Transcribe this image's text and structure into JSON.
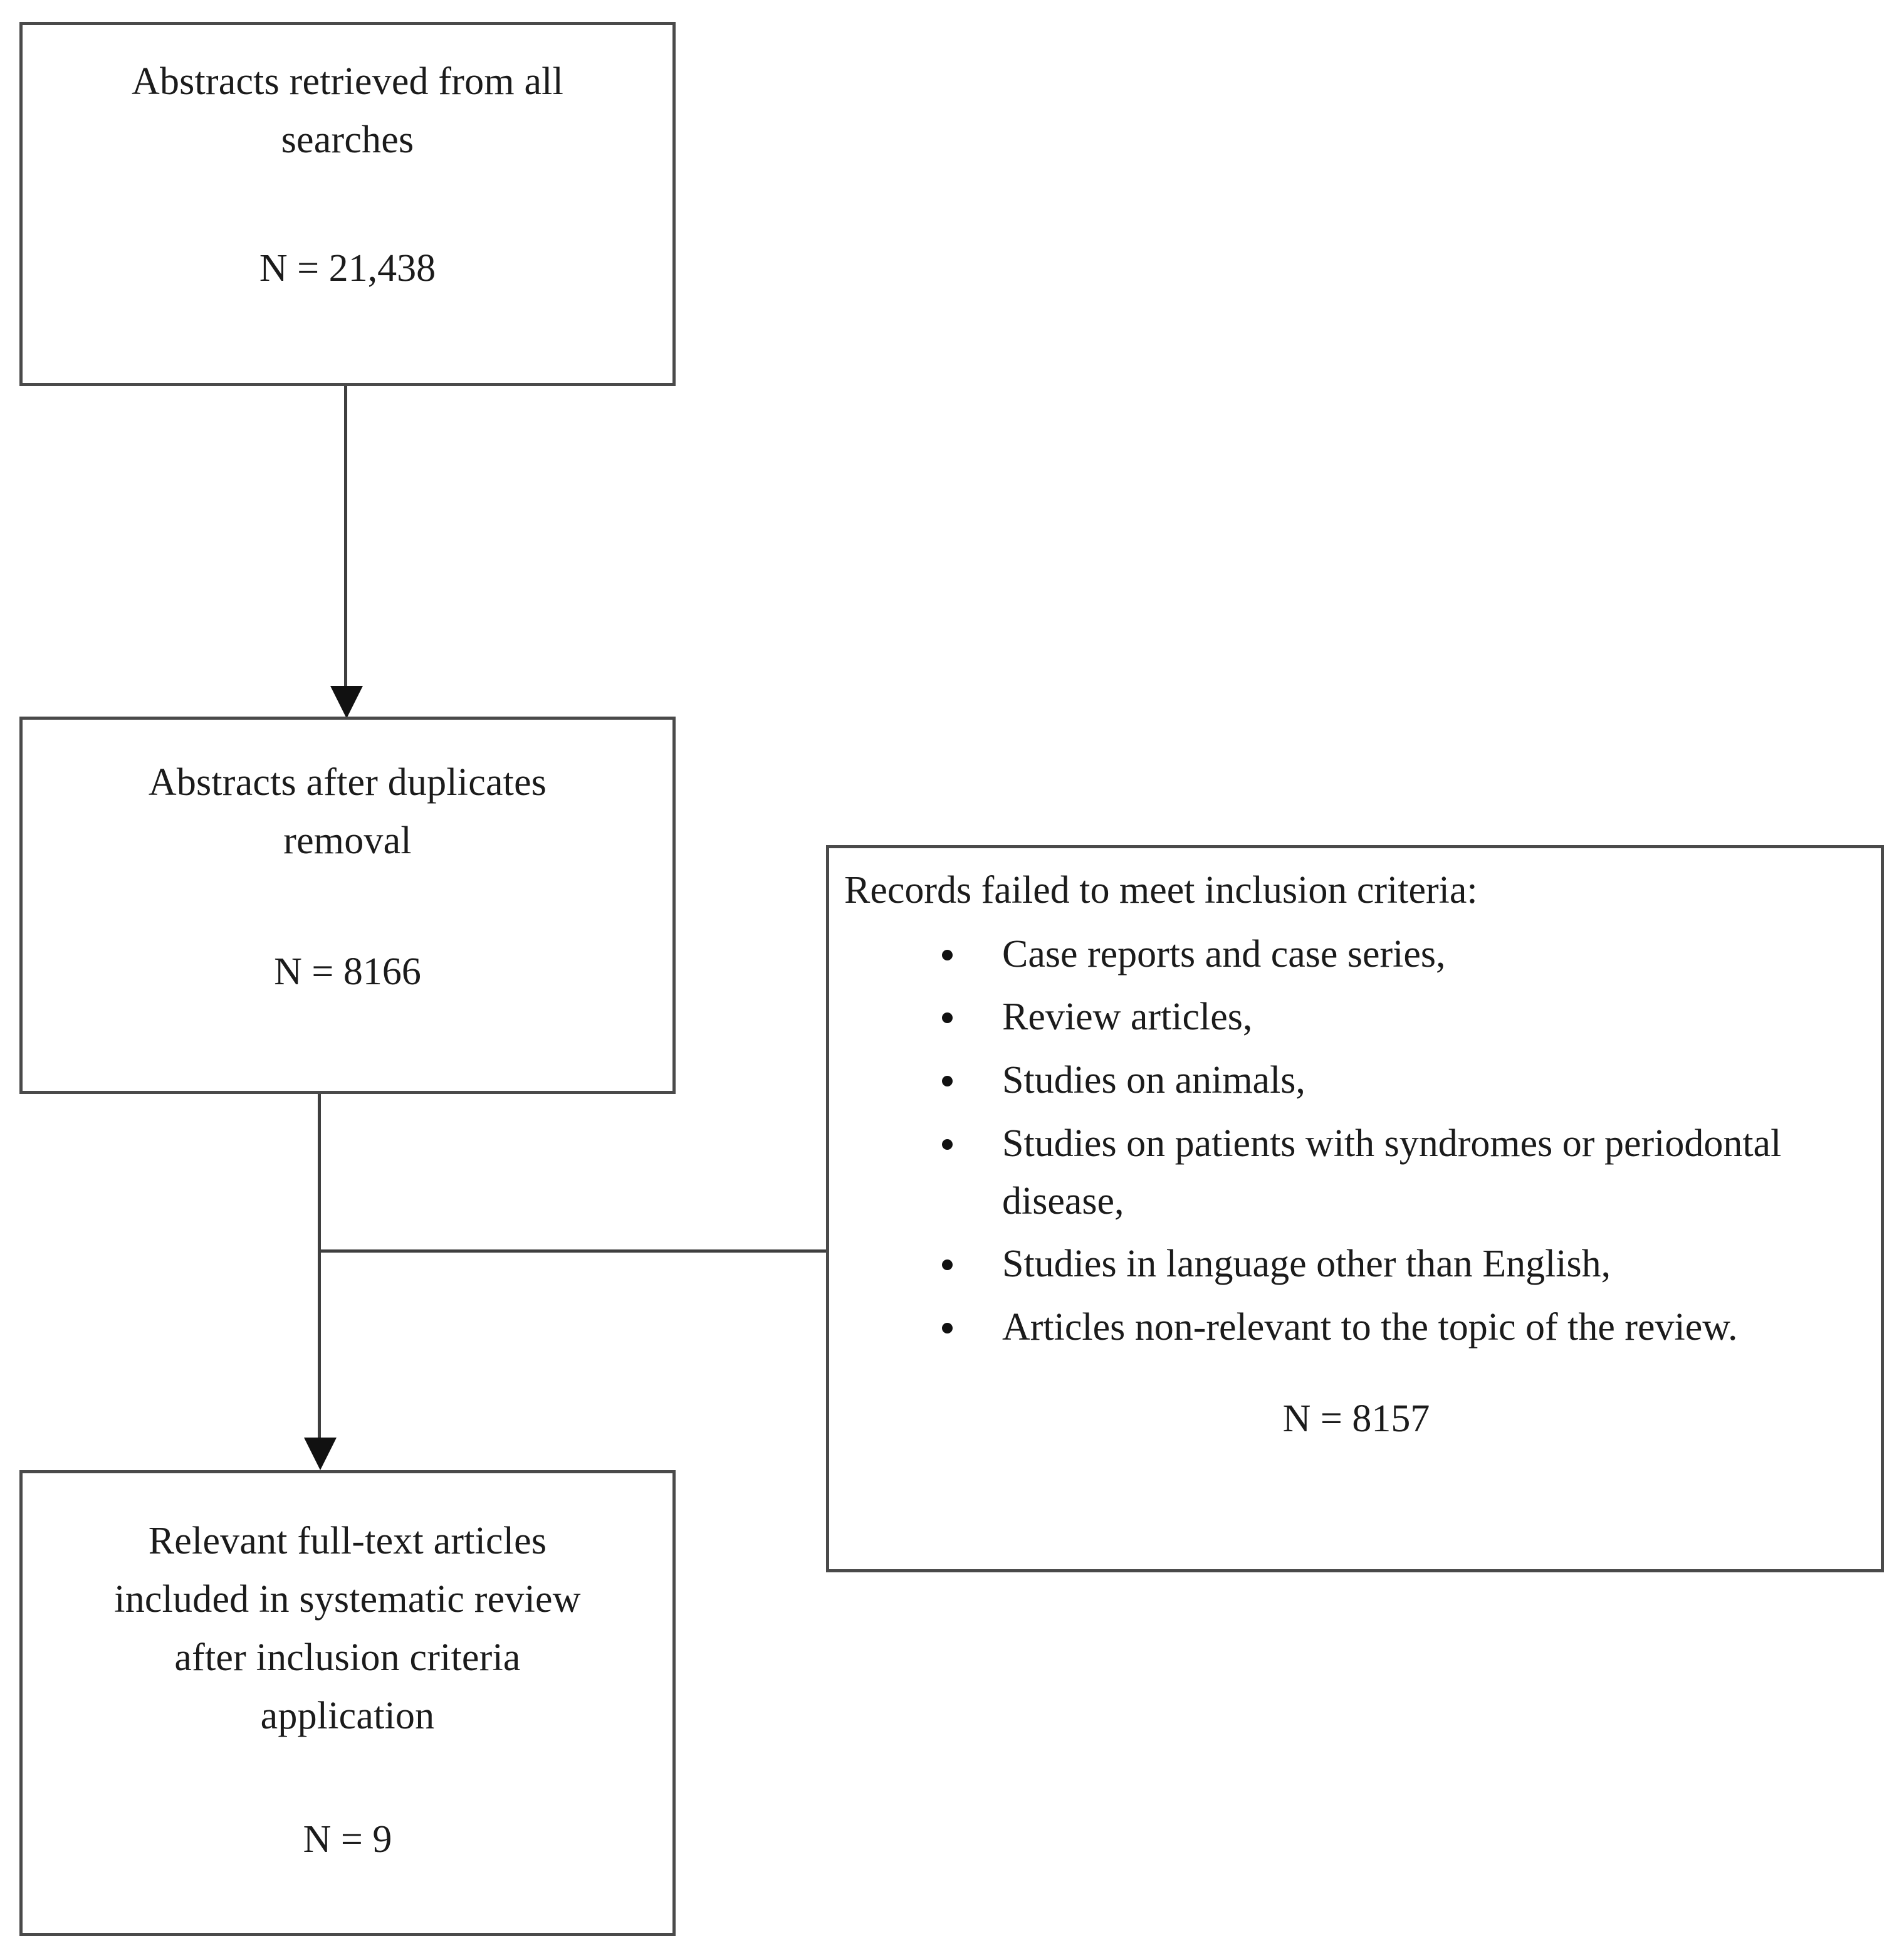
{
  "diagram": {
    "type": "prisma-flow-diagram",
    "nodes": {
      "retrieved": {
        "title": "Abstracts retrieved from all\nsearches",
        "count": "N = 21,438"
      },
      "deduped": {
        "title": "Abstracts after duplicates\nremoval",
        "count": "N = 8166"
      },
      "excluded": {
        "heading": "Records failed to meet inclusion criteria:",
        "bullets": [
          "Case reports and case series,",
          "Review articles,",
          "Studies on animals,",
          "Studies on patients with syndromes or periodontal disease,",
          "Studies in language other than English,",
          "Articles non-relevant to the topic of the review."
        ],
        "count": "N = 8157"
      },
      "included": {
        "title": "Relevant full-text articles\nincluded in systematic review\nafter inclusion criteria\napplication",
        "count": "N = 9"
      }
    },
    "colors": {
      "box_border": "#4a4a4a",
      "connector": "#3f3f3f",
      "text": "#1b1b1b",
      "background": "#ffffff",
      "bullet": "#111111"
    }
  }
}
